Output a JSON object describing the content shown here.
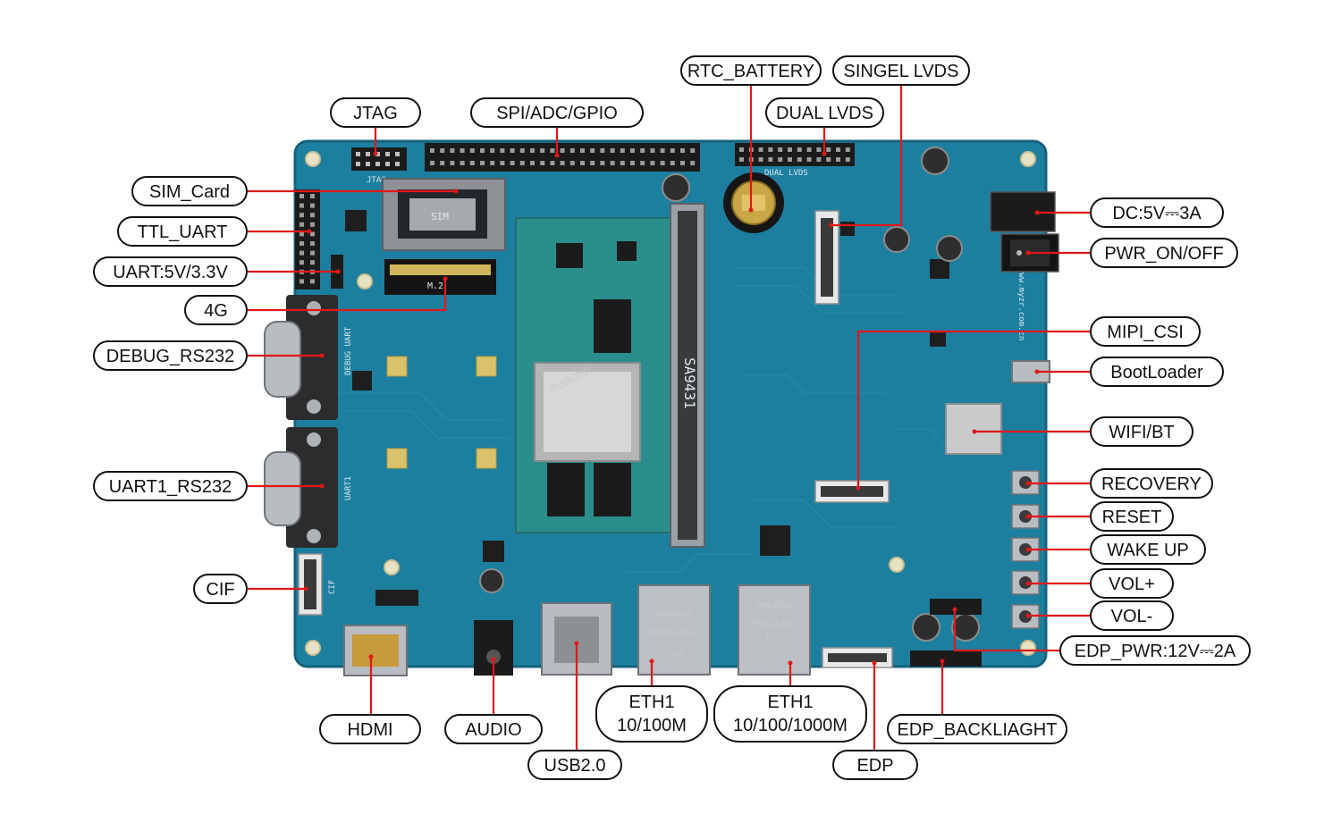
{
  "colors": {
    "pcb": "#1d7fa0",
    "pcb_edge": "#15617c",
    "module": "#2a8f8c",
    "leader": "#e01818",
    "label_border": "#111111"
  },
  "board_text": {
    "jtag": "JTAG",
    "dual_lvds": "DUAL LVDS",
    "debug_uart": "DEBUG UART",
    "uart1": "UART1",
    "cif": "CIF",
    "website": "www.myzr.com.cn",
    "som": "SA9431",
    "soc": "Rockchip",
    "eth_a": "HR911105A",
    "eth_b": "HR911130C",
    "eth_brand": "HanRun",
    "eth_a_date": "17/20",
    "eth_b_date": "17/10",
    "sim": "SIM",
    "m2": "M.2"
  },
  "labels": [
    {
      "id": "jtag",
      "text": "JTAG"
    },
    {
      "id": "spi",
      "text": "SPI/ADC/GPIO"
    },
    {
      "id": "rtc",
      "text": "RTC_BATTERY"
    },
    {
      "id": "singel_lvds",
      "text": "SINGEL LVDS"
    },
    {
      "id": "dual_lvds",
      "text": "DUAL LVDS"
    },
    {
      "id": "sim",
      "text": "SIM_Card"
    },
    {
      "id": "ttl",
      "text": "TTL_UART"
    },
    {
      "id": "uart_sel",
      "text": "UART:5V/3.3V"
    },
    {
      "id": "g4",
      "text": "4G"
    },
    {
      "id": "debug",
      "text": "DEBUG_RS232"
    },
    {
      "id": "uart1",
      "text": "UART1_RS232"
    },
    {
      "id": "cif",
      "text": "CIF"
    },
    {
      "id": "dc",
      "text": "DC:5V⎓3A"
    },
    {
      "id": "pwr",
      "text": "PWR_ON/OFF"
    },
    {
      "id": "mipi",
      "text": "MIPI_CSI"
    },
    {
      "id": "boot",
      "text": "BootLoader"
    },
    {
      "id": "wifi",
      "text": "WIFI/BT"
    },
    {
      "id": "recovery",
      "text": "RECOVERY"
    },
    {
      "id": "reset",
      "text": "RESET"
    },
    {
      "id": "wake",
      "text": "WAKE UP"
    },
    {
      "id": "volp",
      "text": "VOL+"
    },
    {
      "id": "volm",
      "text": "VOL-"
    },
    {
      "id": "edp_pwr",
      "text": "EDP_PWR:12V⎓2A"
    },
    {
      "id": "hdmi",
      "text": "HDMI"
    },
    {
      "id": "audio",
      "text": "AUDIO"
    },
    {
      "id": "usb",
      "text": "USB2.0"
    },
    {
      "id": "eth100",
      "text": "ETH1\n10/100M"
    },
    {
      "id": "eth1000",
      "text": "ETH1\n10/100/1000M"
    },
    {
      "id": "edp",
      "text": "EDP"
    },
    {
      "id": "edp_bl",
      "text": "EDP_BACKLIAGHT"
    }
  ]
}
